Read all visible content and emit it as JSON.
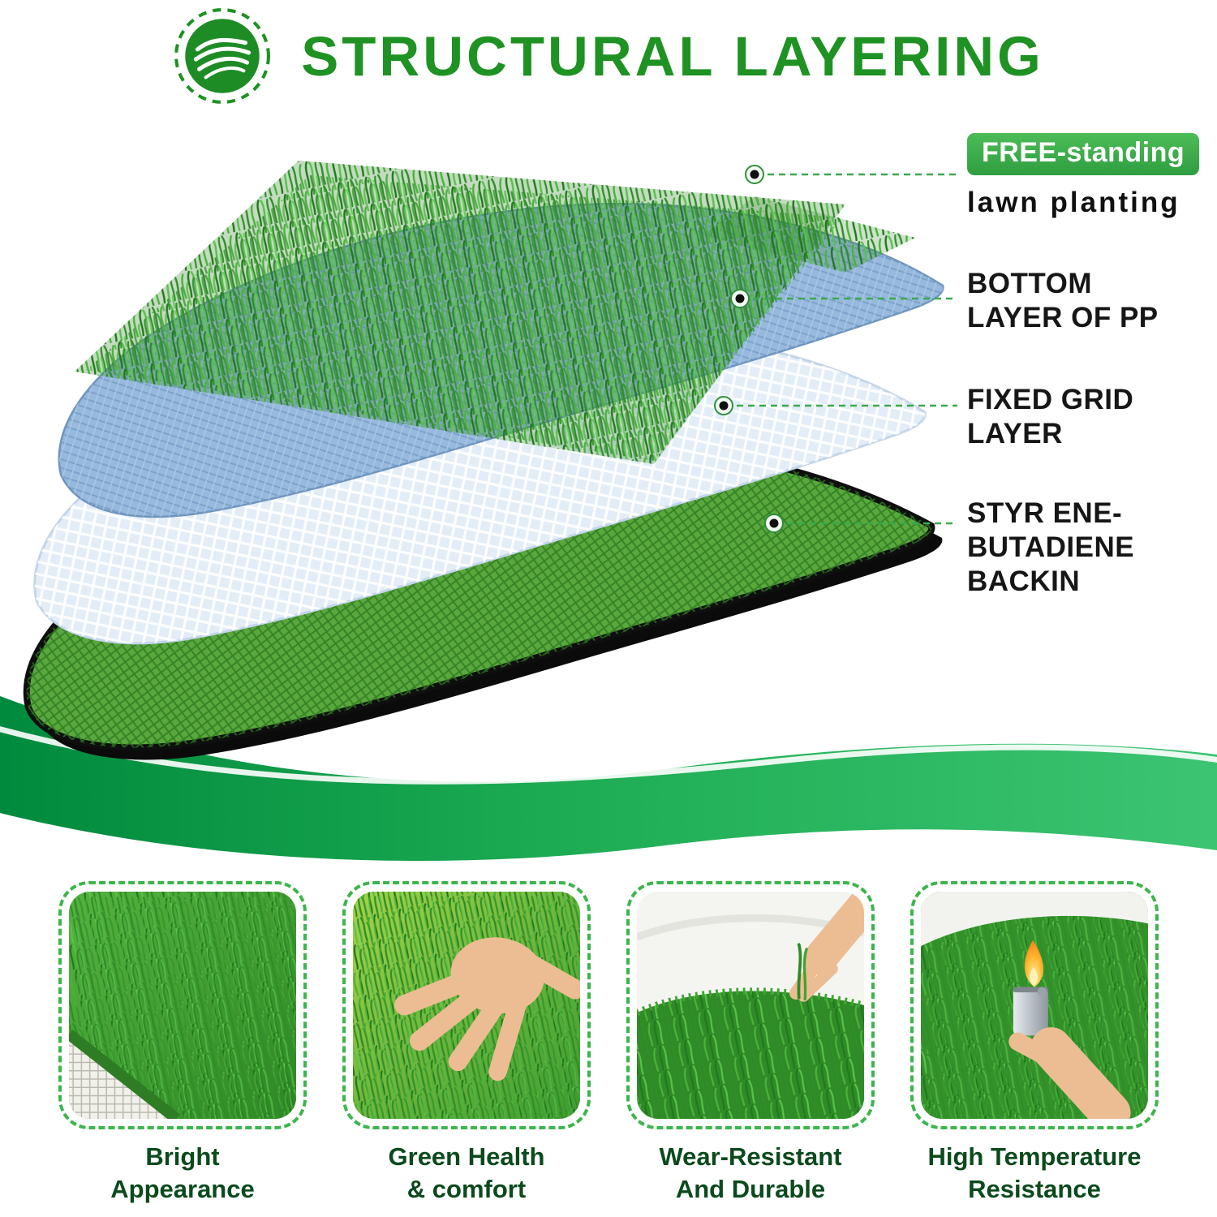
{
  "header": {
    "title": "STRUCTURAL LAYERING"
  },
  "icons": {
    "brand": "wave-ripple-icon",
    "connector": "dot-marker"
  },
  "callouts": [
    {
      "badge": "FREE-standing",
      "text": "lawn planting"
    },
    {
      "text": "BOTTOM\nLAYER OF PP"
    },
    {
      "text": "FIXED GRID\nLAYER"
    },
    {
      "text": "STYR ENE-\nBUTADIENE\nBACKIN"
    }
  ],
  "features": [
    {
      "caption": "Bright\nAppearance",
      "image": "grass-closeup-with-mesh-backing"
    },
    {
      "caption": "Green Health\n& comfort",
      "image": "hand-resting-on-grass"
    },
    {
      "caption": "Wear-Resistant\nAnd Durable",
      "image": "hand-pinching-grass"
    },
    {
      "caption": "High Temperature\nResistance",
      "image": "lighter-flame-on-grass"
    }
  ],
  "colors": {
    "title_green": "#1e9222",
    "badge_green": "#2f9e40",
    "label_text": "#161616",
    "caption_green": "#0b4a1c",
    "band_left": "#008a3d",
    "band_right": "#3cc472",
    "dashed_line": "#3aa94c"
  }
}
